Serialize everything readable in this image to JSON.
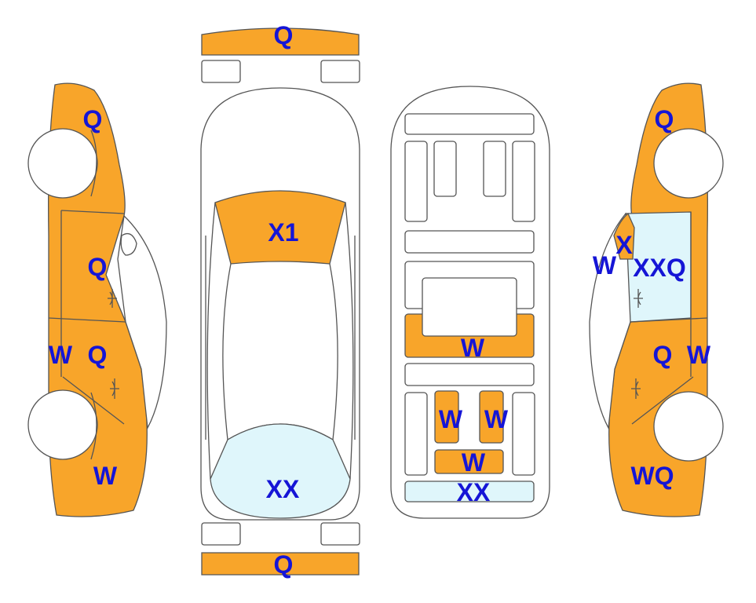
{
  "colors": {
    "damage_fill": "#F8A52A",
    "glass_fill": "#DFF6FB",
    "outline": "#555555",
    "label": "#1515D6",
    "background": "#FFFFFF"
  },
  "labels": {
    "front_bumper": "Q",
    "rear_bumper": "Q",
    "hood": "X1",
    "rear_glass": "XX",
    "left_front_fender": "Q",
    "left_front_door": "Q",
    "left_rear_door": "Q",
    "left_rocker": "W",
    "left_rear_quarter": "W",
    "floor_center": "W",
    "floor_left": "W",
    "floor_right": "W",
    "floor_lower": "W",
    "floor_rear_panel": "XX",
    "right_front_fender": "Q",
    "right_pillar": "X",
    "right_pillar_edge": "W",
    "right_front_glass": "XXQ",
    "right_rear_door": "Q",
    "right_rocker": "W",
    "right_rear_quarter": "WQ"
  }
}
